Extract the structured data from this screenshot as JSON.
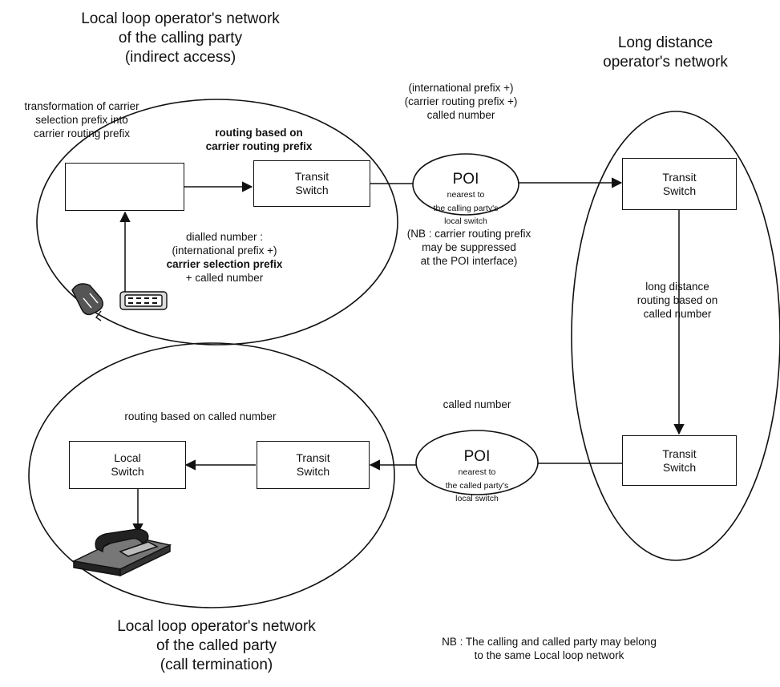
{
  "titles": {
    "calling_network": "Local loop operator's network\nof the calling party\n(indirect access)",
    "long_distance_network": "Long distance\noperator's network",
    "called_network": "Local loop operator's network\nof the called party\n(call termination)"
  },
  "labels": {
    "transformation": "transformation of carrier\nselection prefix into\ncarrier routing prefix",
    "routing_carrier_prefix": "routing based on\ncarrier routing prefix",
    "dialled_number_1": "dialled number :\n(international prefix +)",
    "dialled_number_2": "carrier selection prefix",
    "dialled_number_3": "+ called number",
    "poi_prefix_number": "(international prefix +)\n(carrier routing prefix +)\ncalled number",
    "nb_suppressed": "(NB : carrier routing prefix\nmay be suppressed\nat the POI interface)",
    "long_distance_routing": "long distance\nrouting based on\ncalled number",
    "called_number": "called number",
    "routing_called_number": "routing based on called number",
    "nb_same_network": "NB : The calling and called party may belong\nto the same Local loop network"
  },
  "boxes": {
    "transit_switch_calling": "Transit\nSwitch",
    "transit_switch_ld_top": "Transit\nSwitch",
    "transit_switch_ld_bottom": "Transit\nSwitch",
    "transit_switch_called": "Transit\nSwitch",
    "local_switch": "Local\nSwitch"
  },
  "poi_calling": {
    "main": "POI",
    "rest": "nearest to\nthe calling party's\nlocal switch"
  },
  "poi_called": {
    "main": "POI",
    "rest": "nearest to\nthe called party's\nlocal switch"
  }
}
